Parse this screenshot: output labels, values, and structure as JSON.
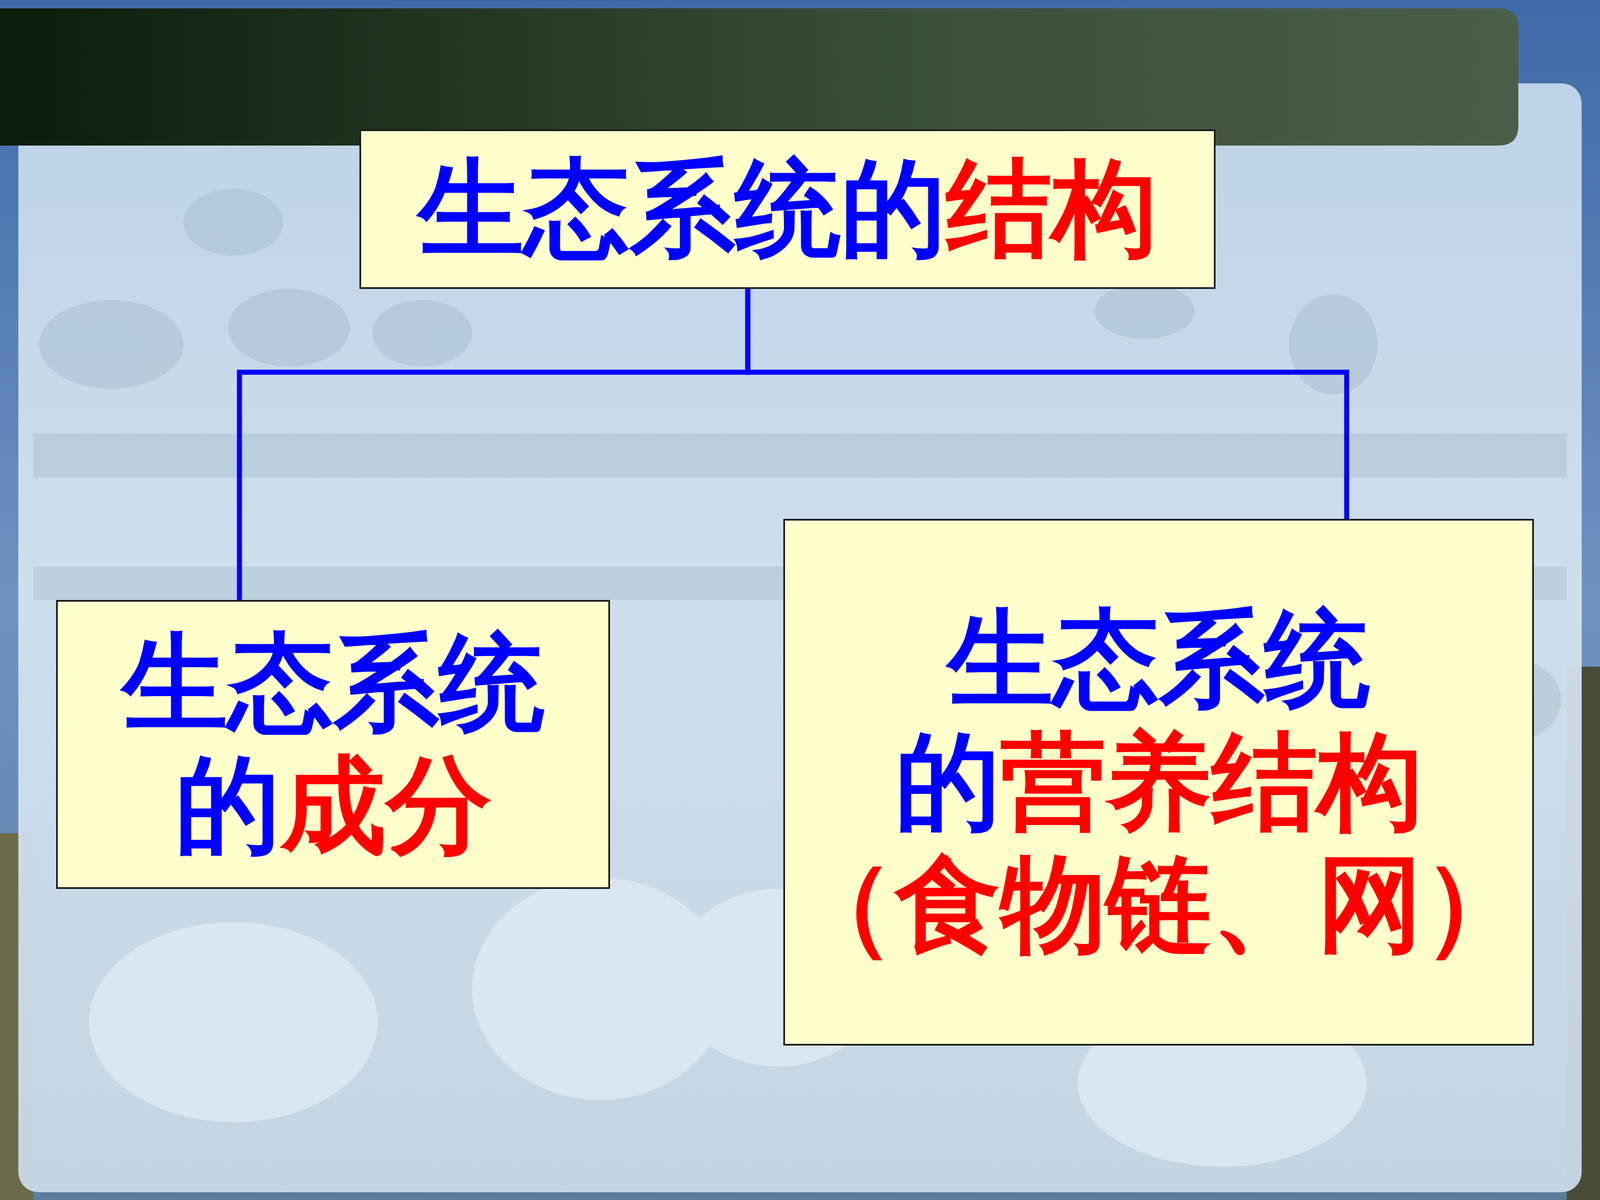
{
  "diagram": {
    "nodes": [
      {
        "text": [
          "生态系统的结构"
        ]
      },
      {
        "text": [
          "生态系统的成分"
        ]
      },
      {
        "text": [
          "生态系统 的营养结构 （食物链、网）"
        ]
      }
    ],
    "edges": [
      {
        "from": 0,
        "to": 1,
        "arrow": "none"
      },
      {
        "from": 0,
        "to": 2,
        "arrow": "none"
      }
    ]
  }
}
